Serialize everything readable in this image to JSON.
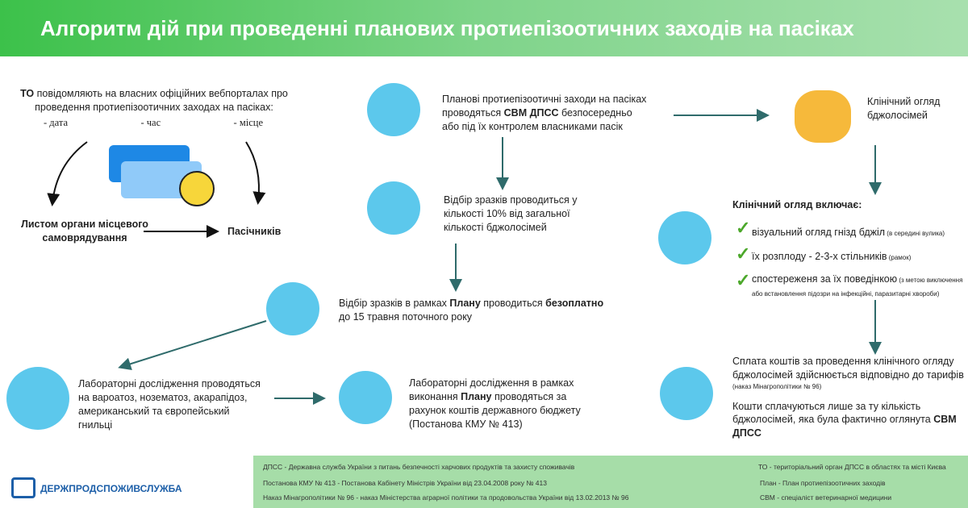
{
  "header": {
    "title": "Алгоритм дій при проведенні планових протиепізоотичних заходів на пасіках"
  },
  "left": {
    "to_bold": "ТО",
    "to_text": " повідомляють на власних офіційних вебпорталах про проведення протиепізоотичних заходах на пасіках:",
    "item_date": "- дата",
    "item_time": "- час",
    "item_place": "- місце",
    "letter": "Листом органи місцевого самоврядування",
    "beekeepers": "Пасічників"
  },
  "center": {
    "step1_a": "Планові протиепізоотичні заходи на пасіках проводяться ",
    "step1_b": "СВМ ДПСС",
    "step1_c": " безпосередньо або під їх контролем власниками пасік",
    "step2": "Відбір зразків проводиться у кількості 10% від загальної кількості бджолосімей",
    "step3_a": "Відбір зразків в рамках ",
    "step3_b": "Плану",
    "step3_c": " проводиться ",
    "step3_d": "безоплатно",
    "step3_e": " до 15 травня поточного року",
    "lab1": "Лабораторні дослідження проводяться на вароатоз, нозематоз, акарапідоз, американський та європейський гнильці",
    "lab2_a": "Лабораторні дослідження в рамках виконання ",
    "lab2_b": "Плану",
    "lab2_c": " проводяться за рахунок коштів державного бюджету (Постанова КМУ № 413)"
  },
  "right": {
    "exam": "Клінічний огляд бджолосімей",
    "includes": "Клінічний огляд включає:",
    "c1": "візуальний огляд гнізд бджіл",
    "c1_note": " (в середині вулика)",
    "c2": "їх розплоду - 2-3-х стільників",
    "c2_note": " (рамок)",
    "c3": "спостереженя за їх поведінкою",
    "c3_note": " (з метою виключення або встановлення підозри на інфекційні, паразитарні хвороби)",
    "pay": "Сплата коштів за проведення клінічного огляду бджолосімей здійснюється відповідно до тарифів",
    "pay_note": "(наказ Мінагрополітики № 96)",
    "pay2_a": "Кошти сплачуються лише за ту кількість бджолосімей, яка була фактично оглянута ",
    "pay2_b": "СВМ ДПСС"
  },
  "logo": {
    "text": "ДЕРЖПРОДСПОЖИВСЛУЖБА"
  },
  "footer": {
    "l1": "ДПСС - Державна служба України з питань безпечності харчових продуктів та захисту споживачів",
    "l2": "Постанова КМУ № 413 - Постанова Кабінету Міністрів України від 23.04.2008 року № 413",
    "l3": "Наказ Мінагрополітики № 96 - наказ Міністерства аграрної політики та продовольства України від 13.02.2013 № 96",
    "r1": "ТО - територіальний орган ДПСС в областях та місті Києва",
    "r2": "План - План протиепізоотичних заходів",
    "r3": "СВМ - спеціаліст ветеринарної медицини"
  }
}
